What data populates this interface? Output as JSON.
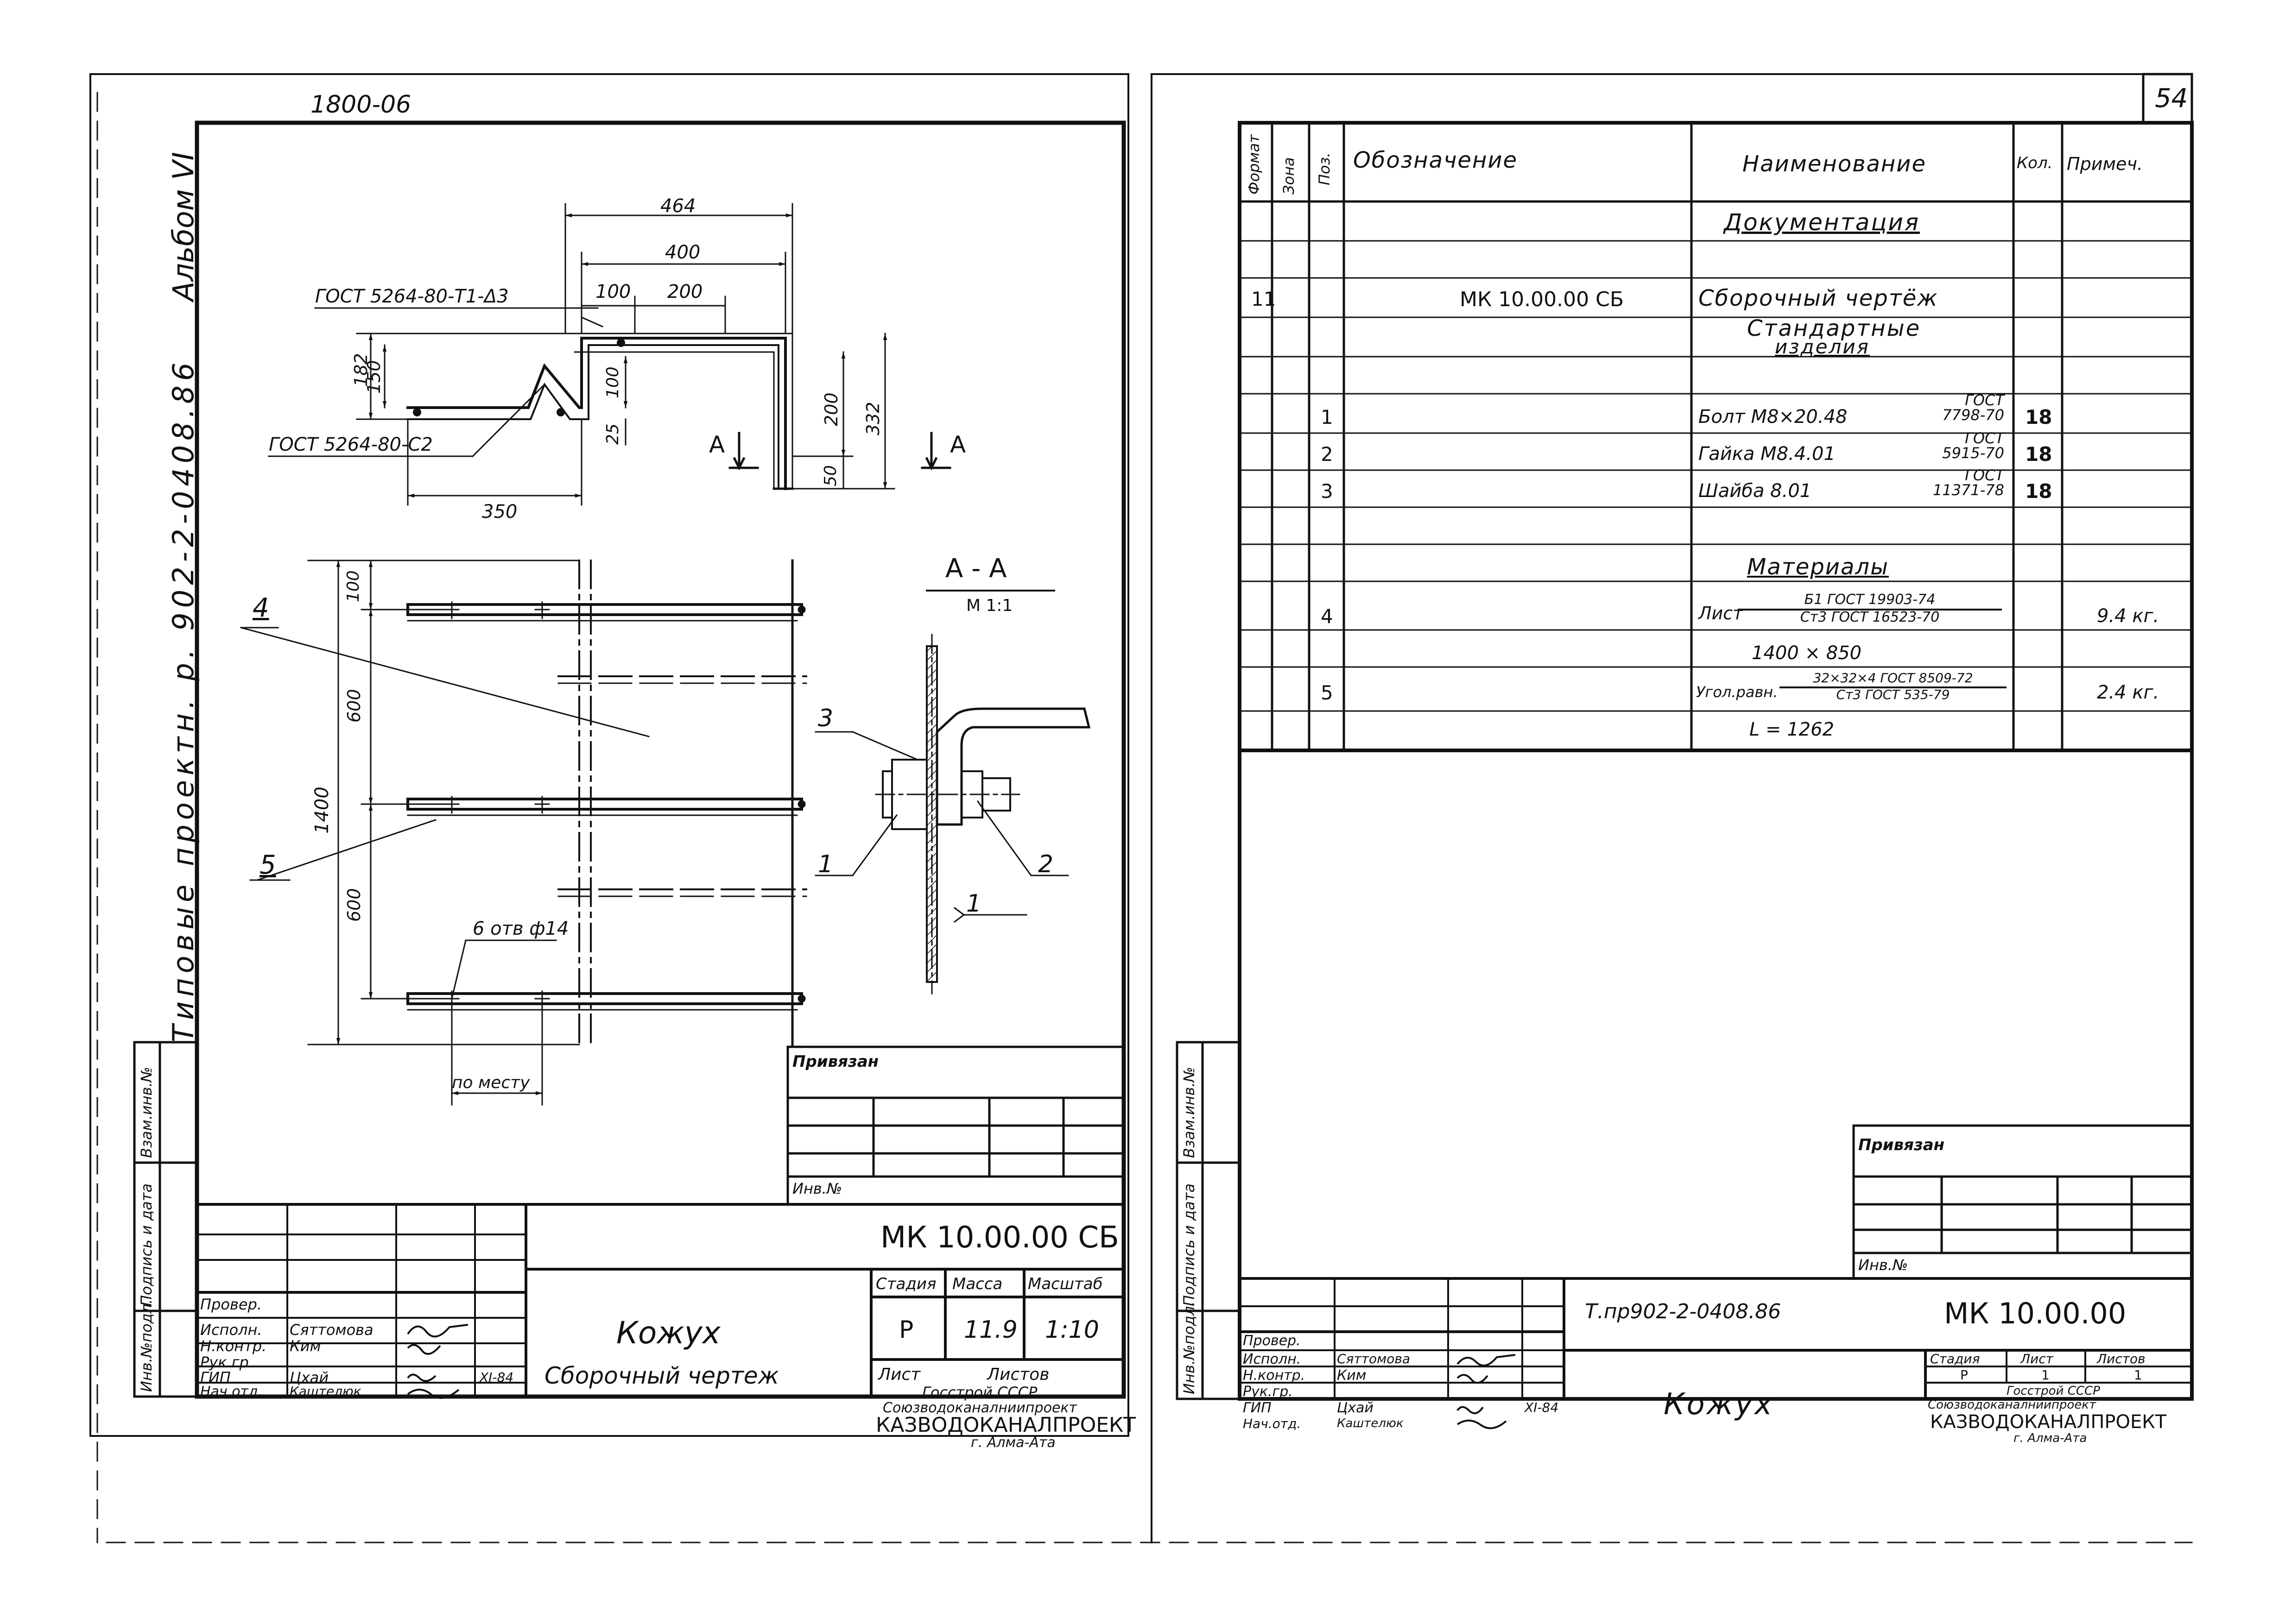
{
  "sheet_number": "54",
  "album_code": "1800-06",
  "album_label": "Альбом VI",
  "project_label": "Типовые проектн. р. 902-2-0408.86",
  "left_sheet": {
    "drawing": {
      "dims": [
        "464",
        "400",
        "100",
        "200",
        "182",
        "150",
        "100",
        "25",
        "200",
        "332",
        "50",
        "350",
        "100",
        "600",
        "1400",
        "600"
      ],
      "gost_t1": "ГОСТ 5264-80-Т1-Δ3",
      "gost_c2": "ГОСТ 5264-80-С2",
      "section_mark": "А",
      "section_title": "А - А",
      "section_scale": "М 1:1",
      "callouts": [
        "4",
        "5",
        "3",
        "1",
        "2",
        "1"
      ],
      "holes_note": "6 отв ф14",
      "on_site_note": "по месту"
    },
    "stamp": {
      "privyazan": "Привязан",
      "inv_no": "Инв.№",
      "doc_code": "МК 10.00.00 СБ",
      "title_1": "Кожух",
      "title_2": "Сборочный чертеж",
      "col_stage": "Стадия",
      "col_mass": "Масса",
      "col_scale": "Масштаб",
      "stage": "Р",
      "mass": "11.9",
      "scale": "1:10",
      "sheet": "Лист",
      "sheets": "Листов",
      "org_1": "Госстрой СССР",
      "org_2": "Союзводоканалниипроект",
      "org_3": "КАЗВОДОКАНАЛПРОЕКТ",
      "org_4": "г. Алма-Ата",
      "roles": [
        "Провер.",
        "Исполн.",
        "Н.контр.",
        "Рук.гр.",
        "ГИП",
        "Нач.отд."
      ],
      "names": [
        "",
        "Сяттомова",
        "Ким",
        "",
        "Цхай",
        "Каштелюк"
      ],
      "date": "XI-84"
    },
    "side_cells": [
      "Взам.инв.№",
      "Подпись и дата",
      "Инв.№подл."
    ]
  },
  "right_sheet": {
    "spec": {
      "headers": [
        "Формат",
        "Зона",
        "Поз.",
        "Обозначение",
        "Наименование",
        "Кол.",
        "Примеч."
      ],
      "section_docs": "Документация",
      "row_doc": {
        "format": "11",
        "designation": "МК 10.00.00 СБ",
        "name": "Сборочный чертёж"
      },
      "section_std_1": "Стандартные",
      "section_std_2": "изделия",
      "std_items": [
        {
          "pos": "1",
          "name": "Болт М8×20.48",
          "gost_top": "ГОСТ",
          "gost_bot": "7798-70",
          "qty": "18"
        },
        {
          "pos": "2",
          "name": "Гайка М8.4.01",
          "gost_top": "ГОСТ",
          "gost_bot": "5915-70",
          "qty": "18"
        },
        {
          "pos": "3",
          "name": "Шайба 8.01",
          "gost_top": "ГОСТ",
          "gost_bot": "11371-78",
          "qty": "18"
        }
      ],
      "section_materials": "Материалы",
      "mat_4": {
        "pos": "4",
        "name": "Лист",
        "top": "Б1 ГОСТ 19903-74",
        "bot": "Ст3 ГОСТ 16523-70",
        "note": "9.4 кг."
      },
      "mat_4_size": "1400 × 850",
      "mat_5": {
        "pos": "5",
        "name": "Угол.равн.",
        "top": "32×32×4 ГОСТ 8509-72",
        "bot": "Ст3 ГОСТ 535-79",
        "note": "2.4 кг."
      },
      "mat_5_len": "L = 1262"
    },
    "stamp": {
      "privyazan": "Привязан",
      "inv_no": "Инв.№",
      "project_code": "Т.пр902-2-0408.86",
      "doc_code": "МК 10.00.00",
      "title": "Кожух",
      "col_stage": "Стадия",
      "col_sheet": "Лист",
      "col_sheets": "Листов",
      "stage": "Р",
      "sheet": "1",
      "sheets": "1",
      "org_1": "Госстрой СССР",
      "org_2": "Союзводоканалниипроект",
      "org_3": "КАЗВОДОКАНАЛПРОЕКТ",
      "org_4": "г. Алма-Ата",
      "roles": [
        "Провер.",
        "Исполн.",
        "Н.контр.",
        "Рук.гр.",
        "ГИП",
        "Нач.отд."
      ],
      "names": [
        "",
        "Сяттомова",
        "Ким",
        "",
        "Цхай",
        "Каштелюк"
      ],
      "date": "XI-84"
    },
    "side_cells": [
      "Взам.инв.№",
      "Подпись и дата",
      "Инв.№подл."
    ]
  }
}
